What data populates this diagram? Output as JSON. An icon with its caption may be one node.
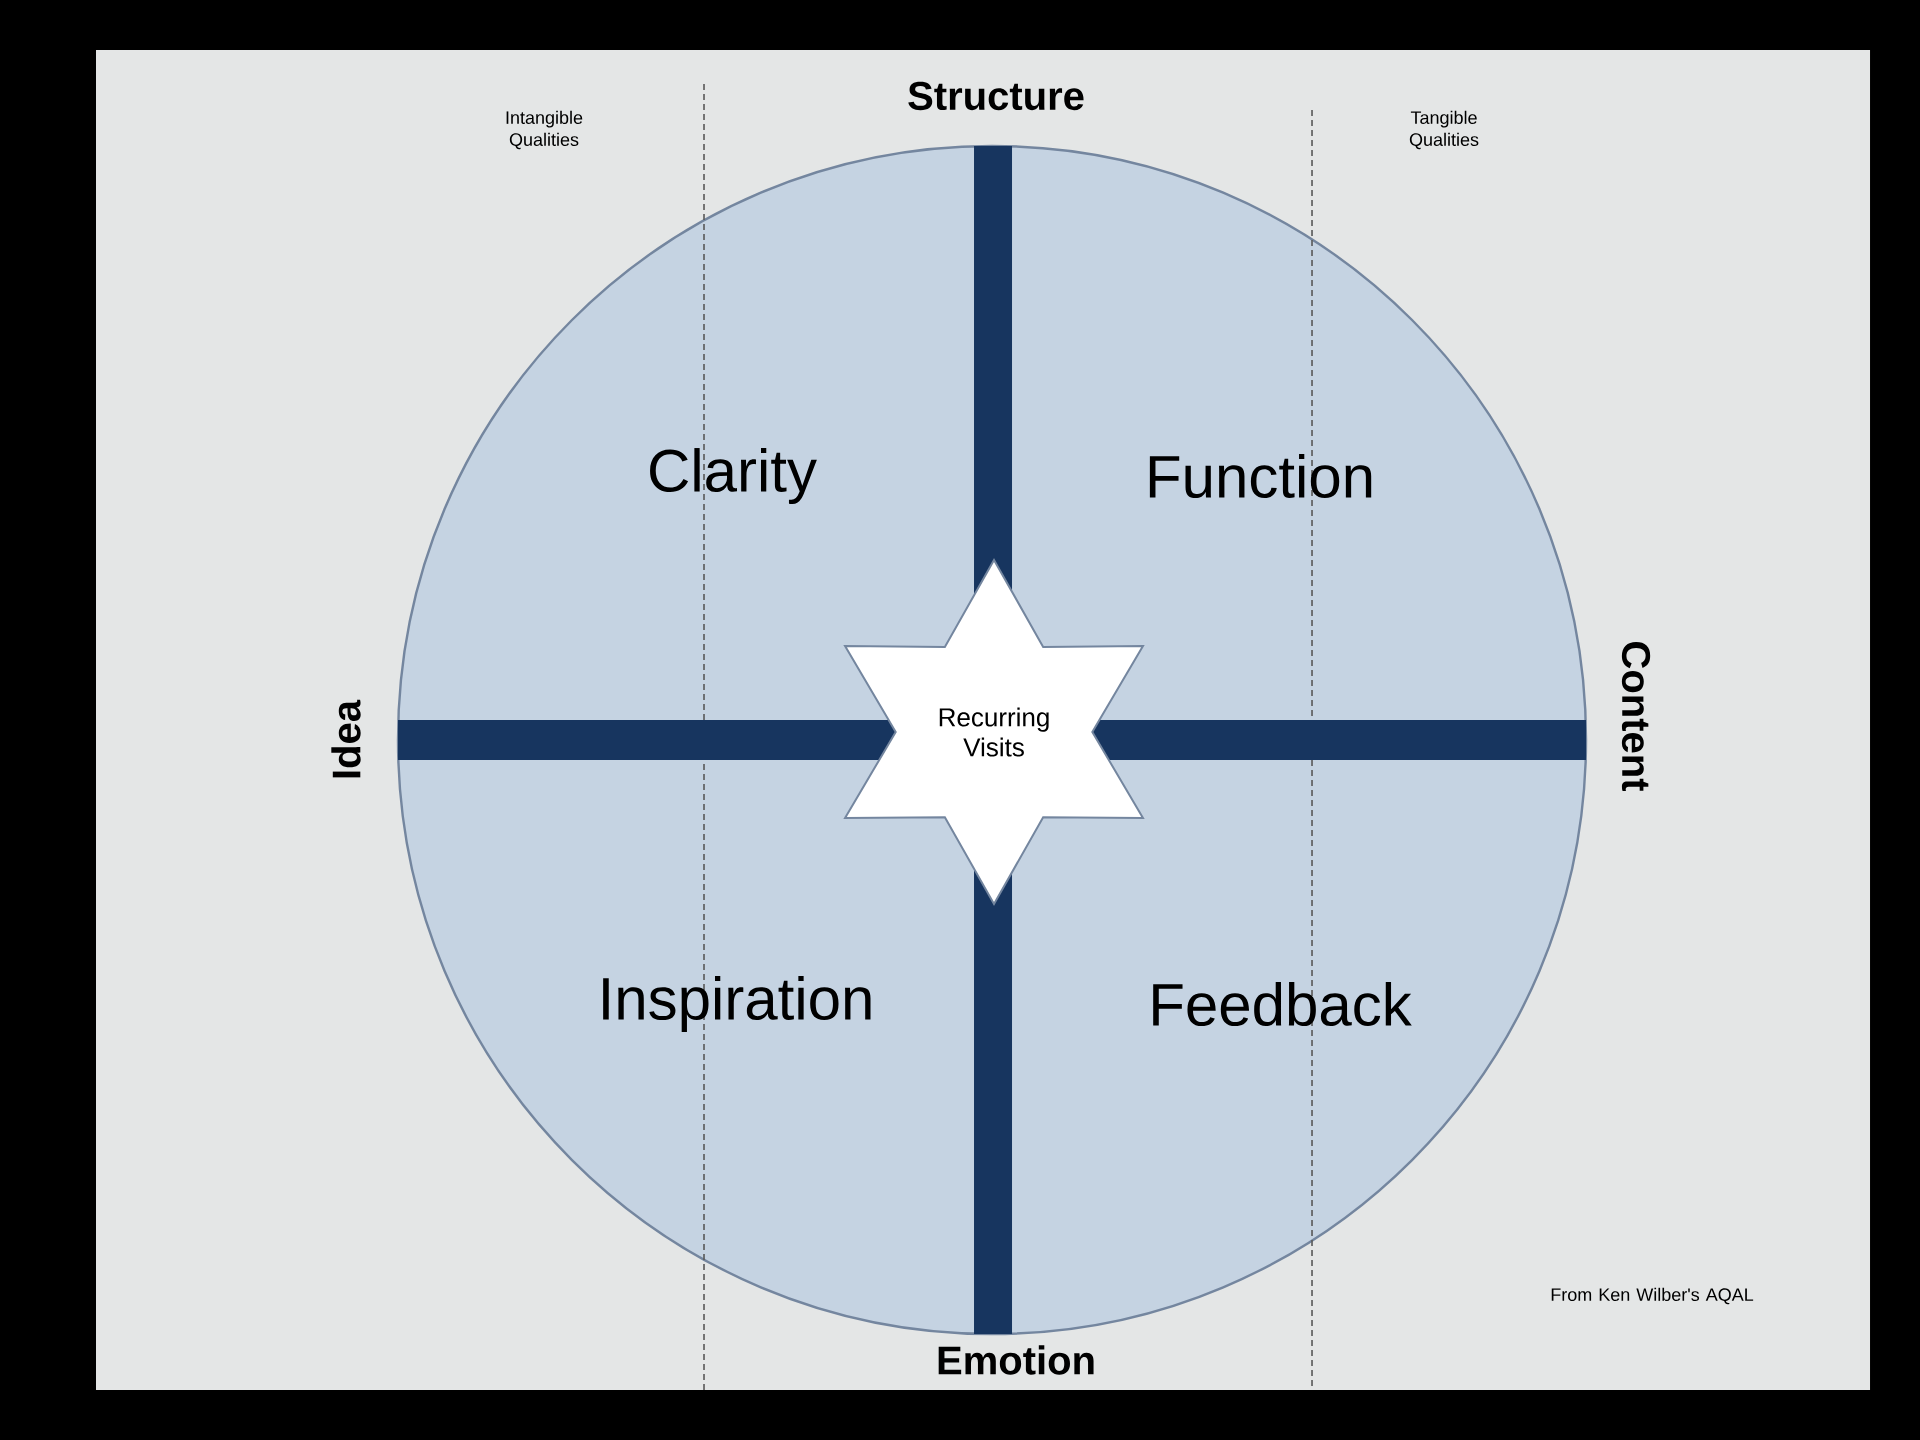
{
  "diagram": {
    "nodes": [
      {
        "text": [
          "Recurring Visits"
        ]
      }
    ],
    "labels": [
      "Intangible Qualities",
      "Structure",
      "Tangible Qualities",
      "Clarity",
      "Function",
      "Idea",
      "Content",
      "Inspiration",
      "Feedback",
      "From Ken Wilber's AQAL",
      "Emotion"
    ]
  }
}
